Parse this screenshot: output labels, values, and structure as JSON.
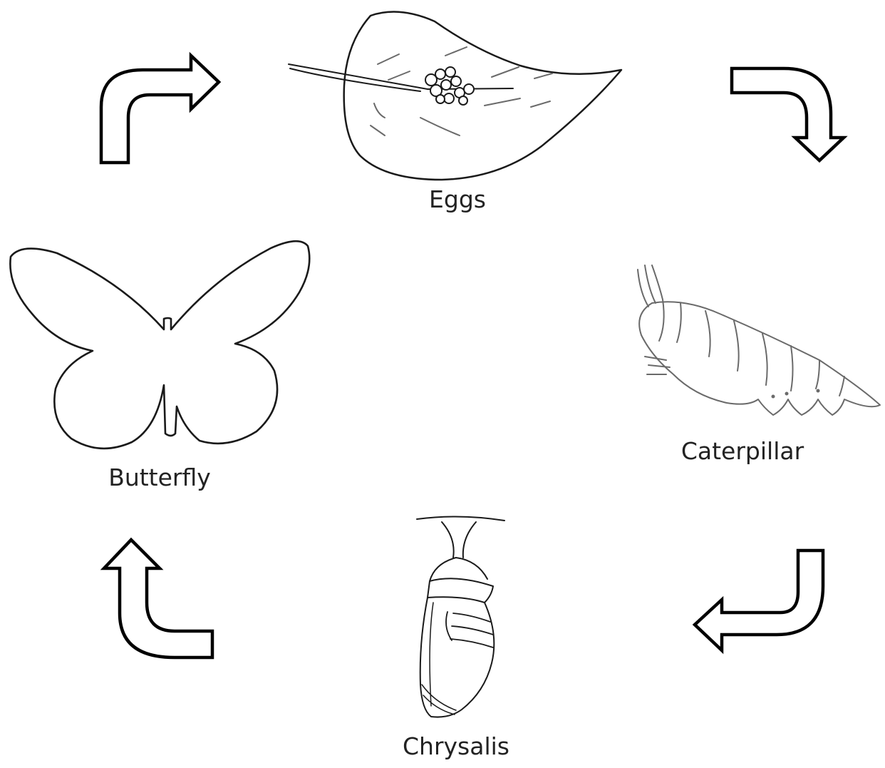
{
  "diagram": {
    "stages": [
      {
        "label": "Eggs",
        "icon": "leaf-with-eggs-icon"
      },
      {
        "label": "Caterpillar",
        "icon": "caterpillar-icon"
      },
      {
        "label": "Chrysalis",
        "icon": "chrysalis-icon"
      },
      {
        "label": "Butterfly",
        "icon": "butterfly-icon"
      }
    ],
    "arrows": [
      "arrow-icon",
      "arrow-icon",
      "arrow-icon",
      "arrow-icon"
    ]
  }
}
